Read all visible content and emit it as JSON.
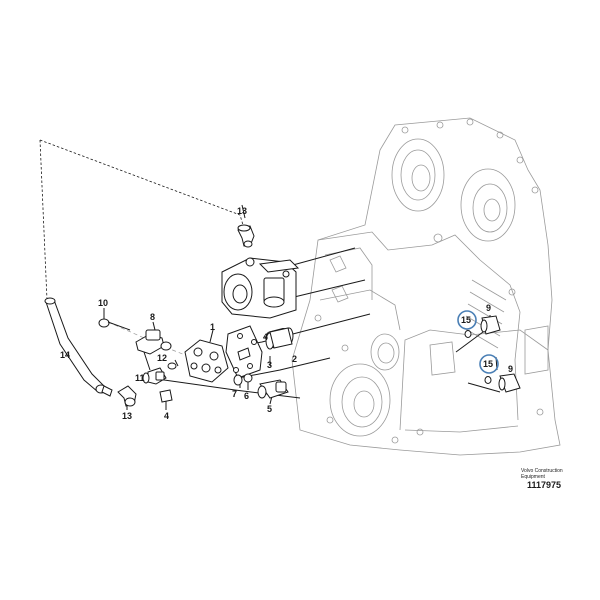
{
  "labels": {
    "p1": "1",
    "p2": "2",
    "p3": "3",
    "p4": "4",
    "p5": "5",
    "p6": "6",
    "p7": "7",
    "p8": "8",
    "p9a": "9",
    "p9b": "9",
    "p10": "10",
    "p11": "11",
    "p12": "12",
    "p13a": "13",
    "p13b": "13",
    "p14": "14",
    "p15a": "15",
    "p15b": "15"
  },
  "caption": {
    "line1": "Volvo Construction",
    "line2": "Equipment",
    "ref": "1117975"
  },
  "colors": {
    "callout": "#4a7fb5",
    "line": "#1a1a1a"
  }
}
